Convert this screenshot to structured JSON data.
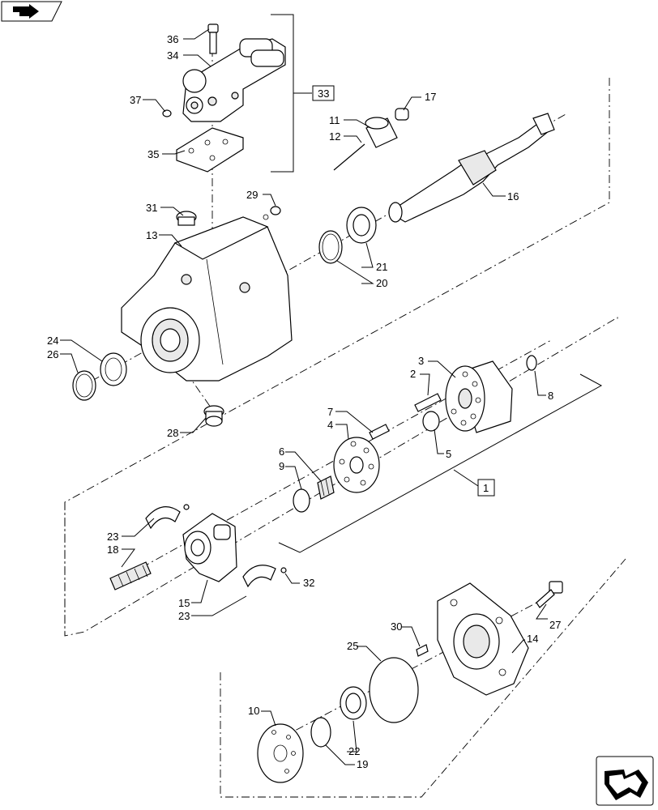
{
  "callouts": {
    "c1": "1",
    "c2": "2",
    "c3": "3",
    "c4": "4",
    "c5": "5",
    "c6": "6",
    "c7": "7",
    "c8": "8",
    "c9": "9",
    "c10": "10",
    "c11": "11",
    "c12": "12",
    "c13": "13",
    "c14": "14",
    "c15": "15",
    "c16": "16",
    "c17": "17",
    "c18": "18",
    "c19": "19",
    "c20": "20",
    "c21": "21",
    "c22": "22",
    "c23a": "23",
    "c23b": "23",
    "c24": "24",
    "c25": "25",
    "c26": "26",
    "c27": "27",
    "c28": "28",
    "c29": "29",
    "c30": "30",
    "c31": "31",
    "c32": "32",
    "c33": "33",
    "c34": "34",
    "c35": "35",
    "c36": "36",
    "c37": "37"
  },
  "icons": {
    "top_left": "book-arrow-icon",
    "bottom_right": "next-page-arrow-icon"
  }
}
